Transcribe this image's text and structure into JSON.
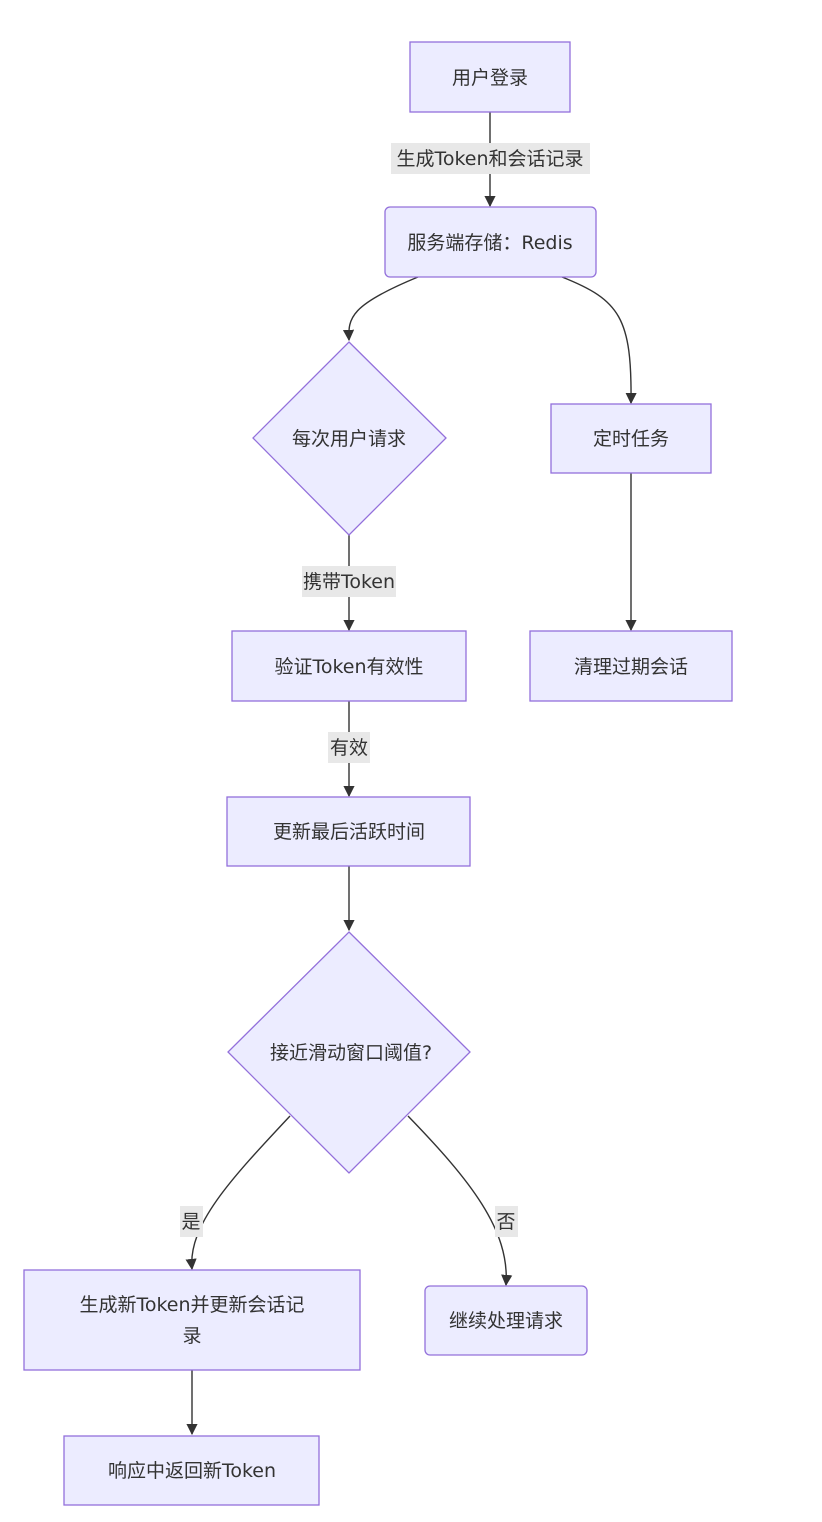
{
  "nodes": {
    "login": "用户登录",
    "redis": "服务端存储：Redis",
    "each_request": "每次用户请求",
    "timed_task": "定时任务",
    "verify": "验证Token有效性",
    "clean": "清理过期会话",
    "update_active": "更新最后活跃时间",
    "threshold": "接近滑动窗口阈值?",
    "gen_new_line1": "生成新Token并更新会话记",
    "gen_new_line2": "录",
    "continue": "继续处理请求",
    "respond": "响应中返回新Token"
  },
  "edge_labels": {
    "gen_token": "生成Token和会话记录",
    "carry_token": "携带Token",
    "valid": "有效",
    "yes": "是",
    "no": "否"
  },
  "colors": {
    "node_fill": "#ECECFF",
    "node_stroke": "#9370DB",
    "edge": "#333333",
    "edge_label_bg": "#E8E8E8"
  }
}
